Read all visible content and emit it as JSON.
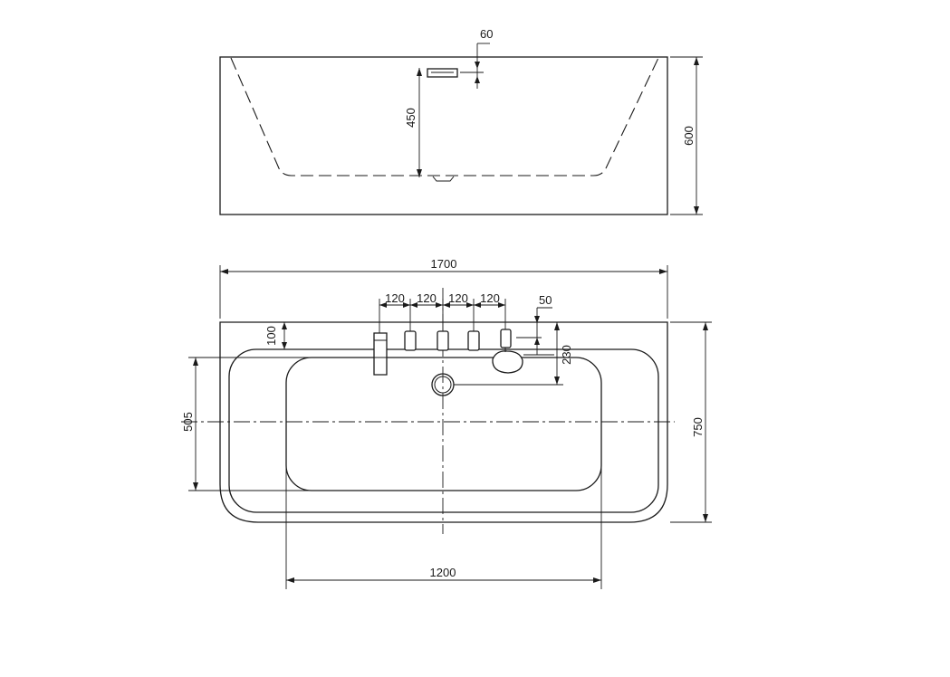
{
  "side_view": {
    "overflow_size": "60",
    "depth": "450",
    "height": "600"
  },
  "top_view": {
    "length": "1700",
    "spacing_1": "120",
    "spacing_2": "120",
    "spacing_3": "120",
    "spacing_4": "120",
    "spout_offset": "50",
    "rim_depth": "100",
    "drain_offset": "230",
    "inner_width": "505",
    "width": "750",
    "inner_length": "1200"
  }
}
